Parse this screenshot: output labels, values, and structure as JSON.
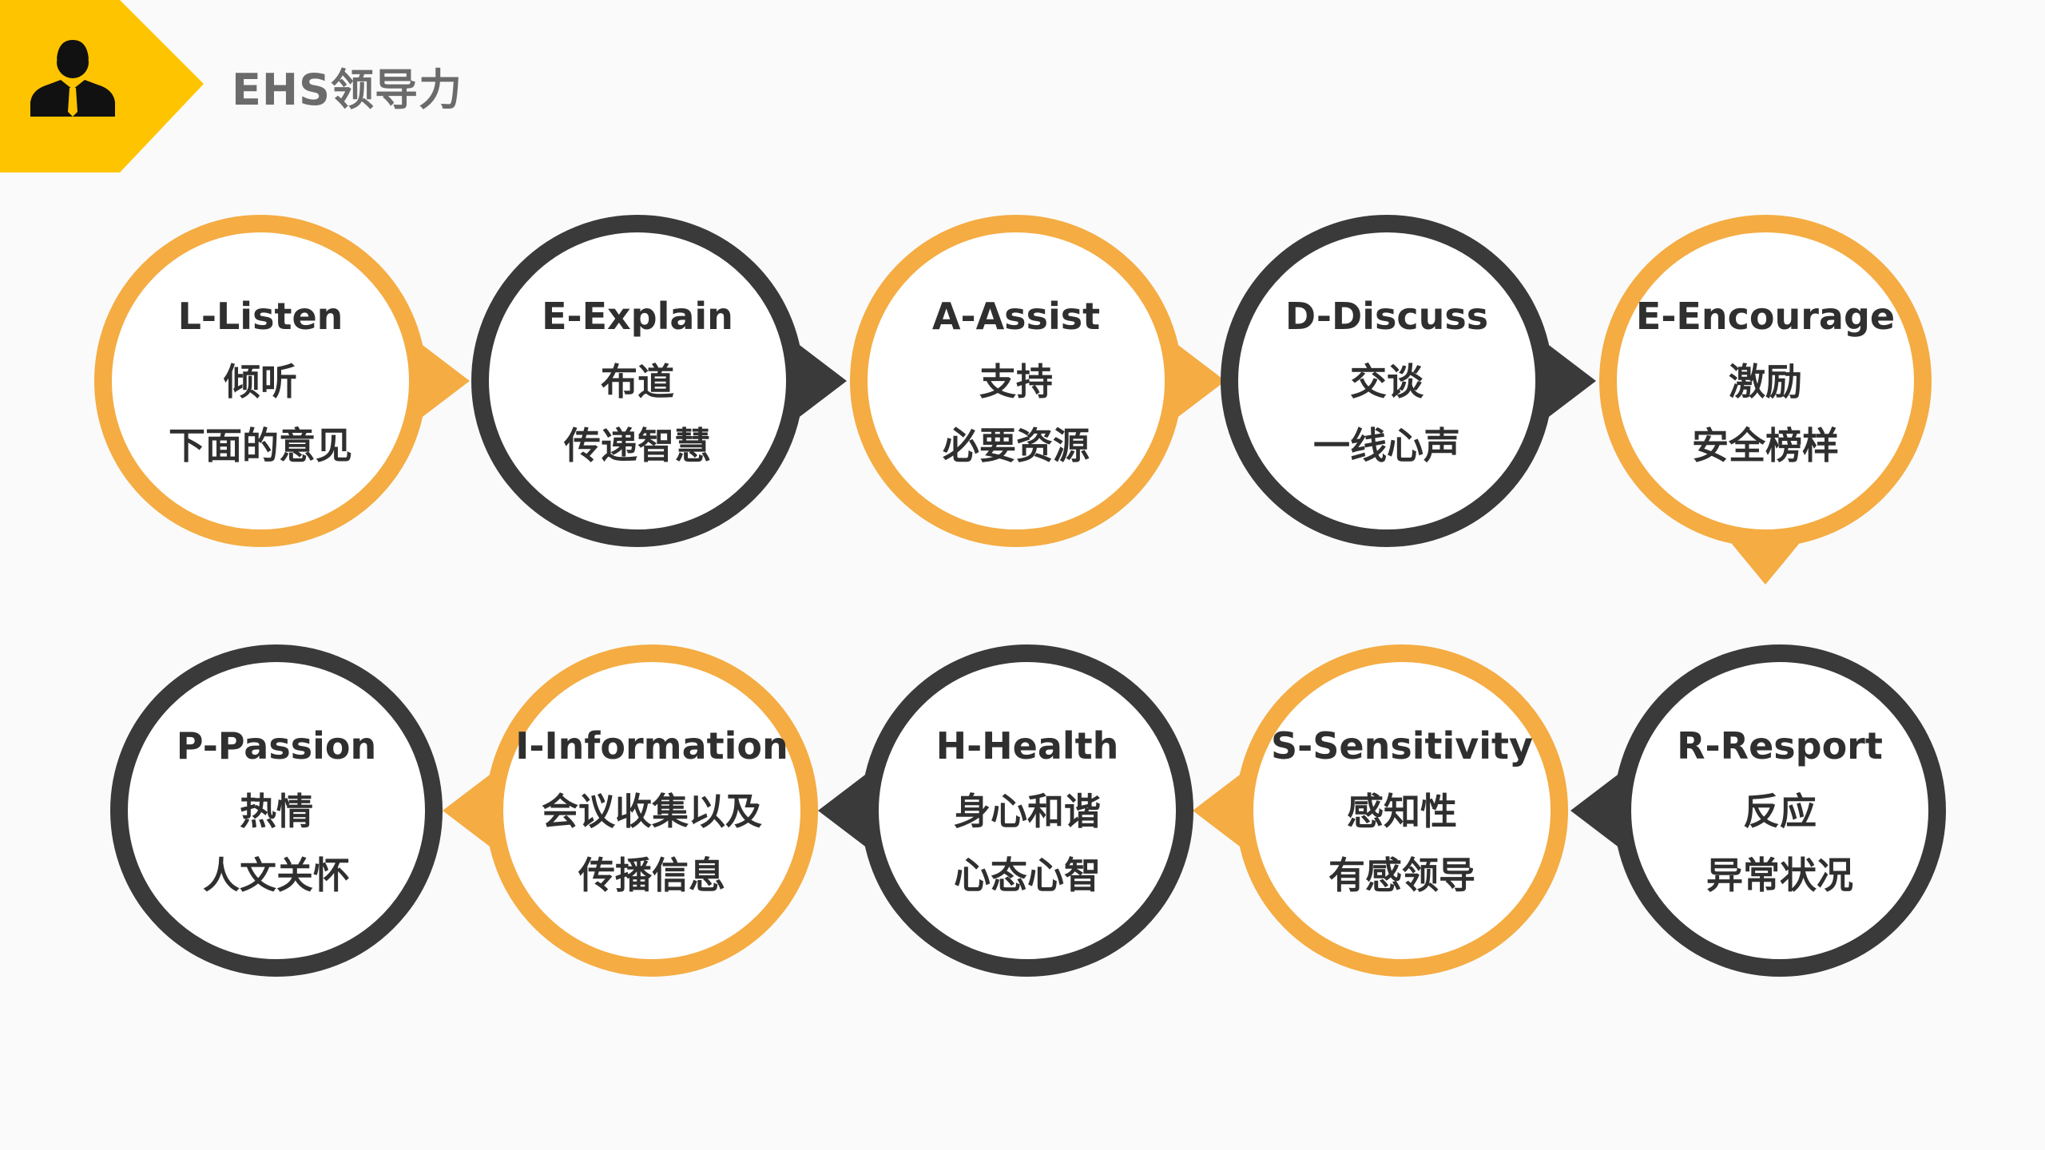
{
  "title": "EHS领导力",
  "colors": {
    "accent": "#F4AC43",
    "dark": "#3A3A3A",
    "badge": "#FFC400",
    "text": "#2F2F2F"
  },
  "icons": {
    "header": "person-icon"
  },
  "nodes": [
    {
      "title": "L-Listen",
      "line1": "倾听",
      "line2": "下面的意见",
      "ring": "accent",
      "pointer": "right"
    },
    {
      "title": "E-Explain",
      "line1": "布道",
      "line2": "传递智慧",
      "ring": "dark",
      "pointer": "right"
    },
    {
      "title": "A-Assist",
      "line1": "支持",
      "line2": "必要资源",
      "ring": "accent",
      "pointer": "right"
    },
    {
      "title": "D-Discuss",
      "line1": "交谈",
      "line2": "一线心声",
      "ring": "dark",
      "pointer": "right"
    },
    {
      "title": "E-Encourage",
      "line1": "激励",
      "line2": "安全榜样",
      "ring": "accent",
      "pointer": "down"
    },
    {
      "title": "R-Resport",
      "line1": "反应",
      "line2": "异常状况",
      "ring": "dark",
      "pointer": "left"
    },
    {
      "title": "S-Sensitivity",
      "line1": "感知性",
      "line2": "有感领导",
      "ring": "accent",
      "pointer": "left"
    },
    {
      "title": "H-Health",
      "line1": "身心和谐",
      "line2": "心态心智",
      "ring": "dark",
      "pointer": "left"
    },
    {
      "title": "I-Information",
      "line1": "会议收集以及",
      "line2": "传播信息",
      "ring": "accent",
      "pointer": "left"
    },
    {
      "title": "P-Passion",
      "line1": "热情",
      "line2": "人文关怀",
      "ring": "dark",
      "pointer": "none"
    }
  ]
}
